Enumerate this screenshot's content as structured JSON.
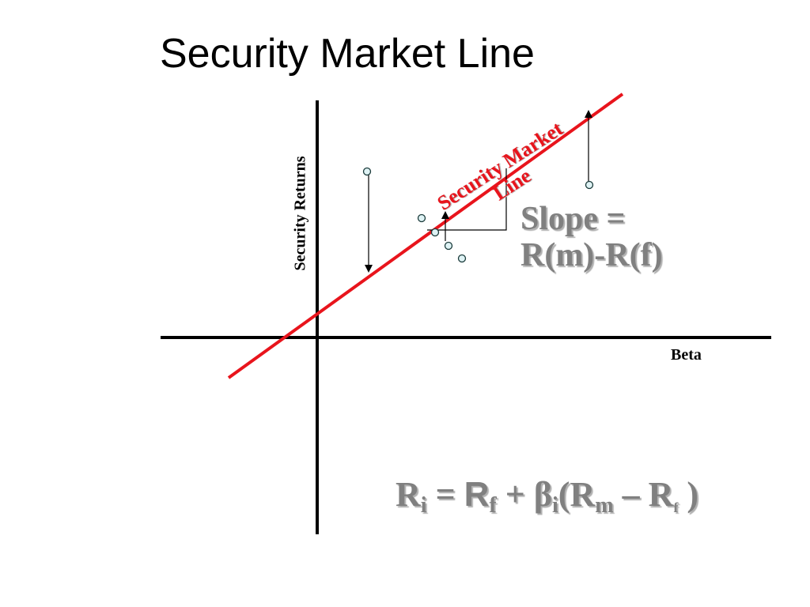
{
  "title": "Security Market Line",
  "axes": {
    "y_label": "Security Returns",
    "x_label": "Beta"
  },
  "sml_label": {
    "line1": "Security Market",
    "line2": "Line"
  },
  "slope_text": {
    "line1": "Slope =",
    "line2": "R(m)-R(f)"
  },
  "formula": {
    "r1": "R",
    "sub_i1": "i",
    "eq": " = ",
    "r2": "R",
    "sub_f1": "f",
    "plus": " + ",
    "beta": "β",
    "sub_i2": "i",
    "open": "(R",
    "sub_m": "m",
    "minus": " – R",
    "sub_f2": "f",
    "close": " )"
  },
  "colors": {
    "sml_line": "#e8141c",
    "point_fill": "#dff3f5",
    "formula_text": "#808080"
  }
}
